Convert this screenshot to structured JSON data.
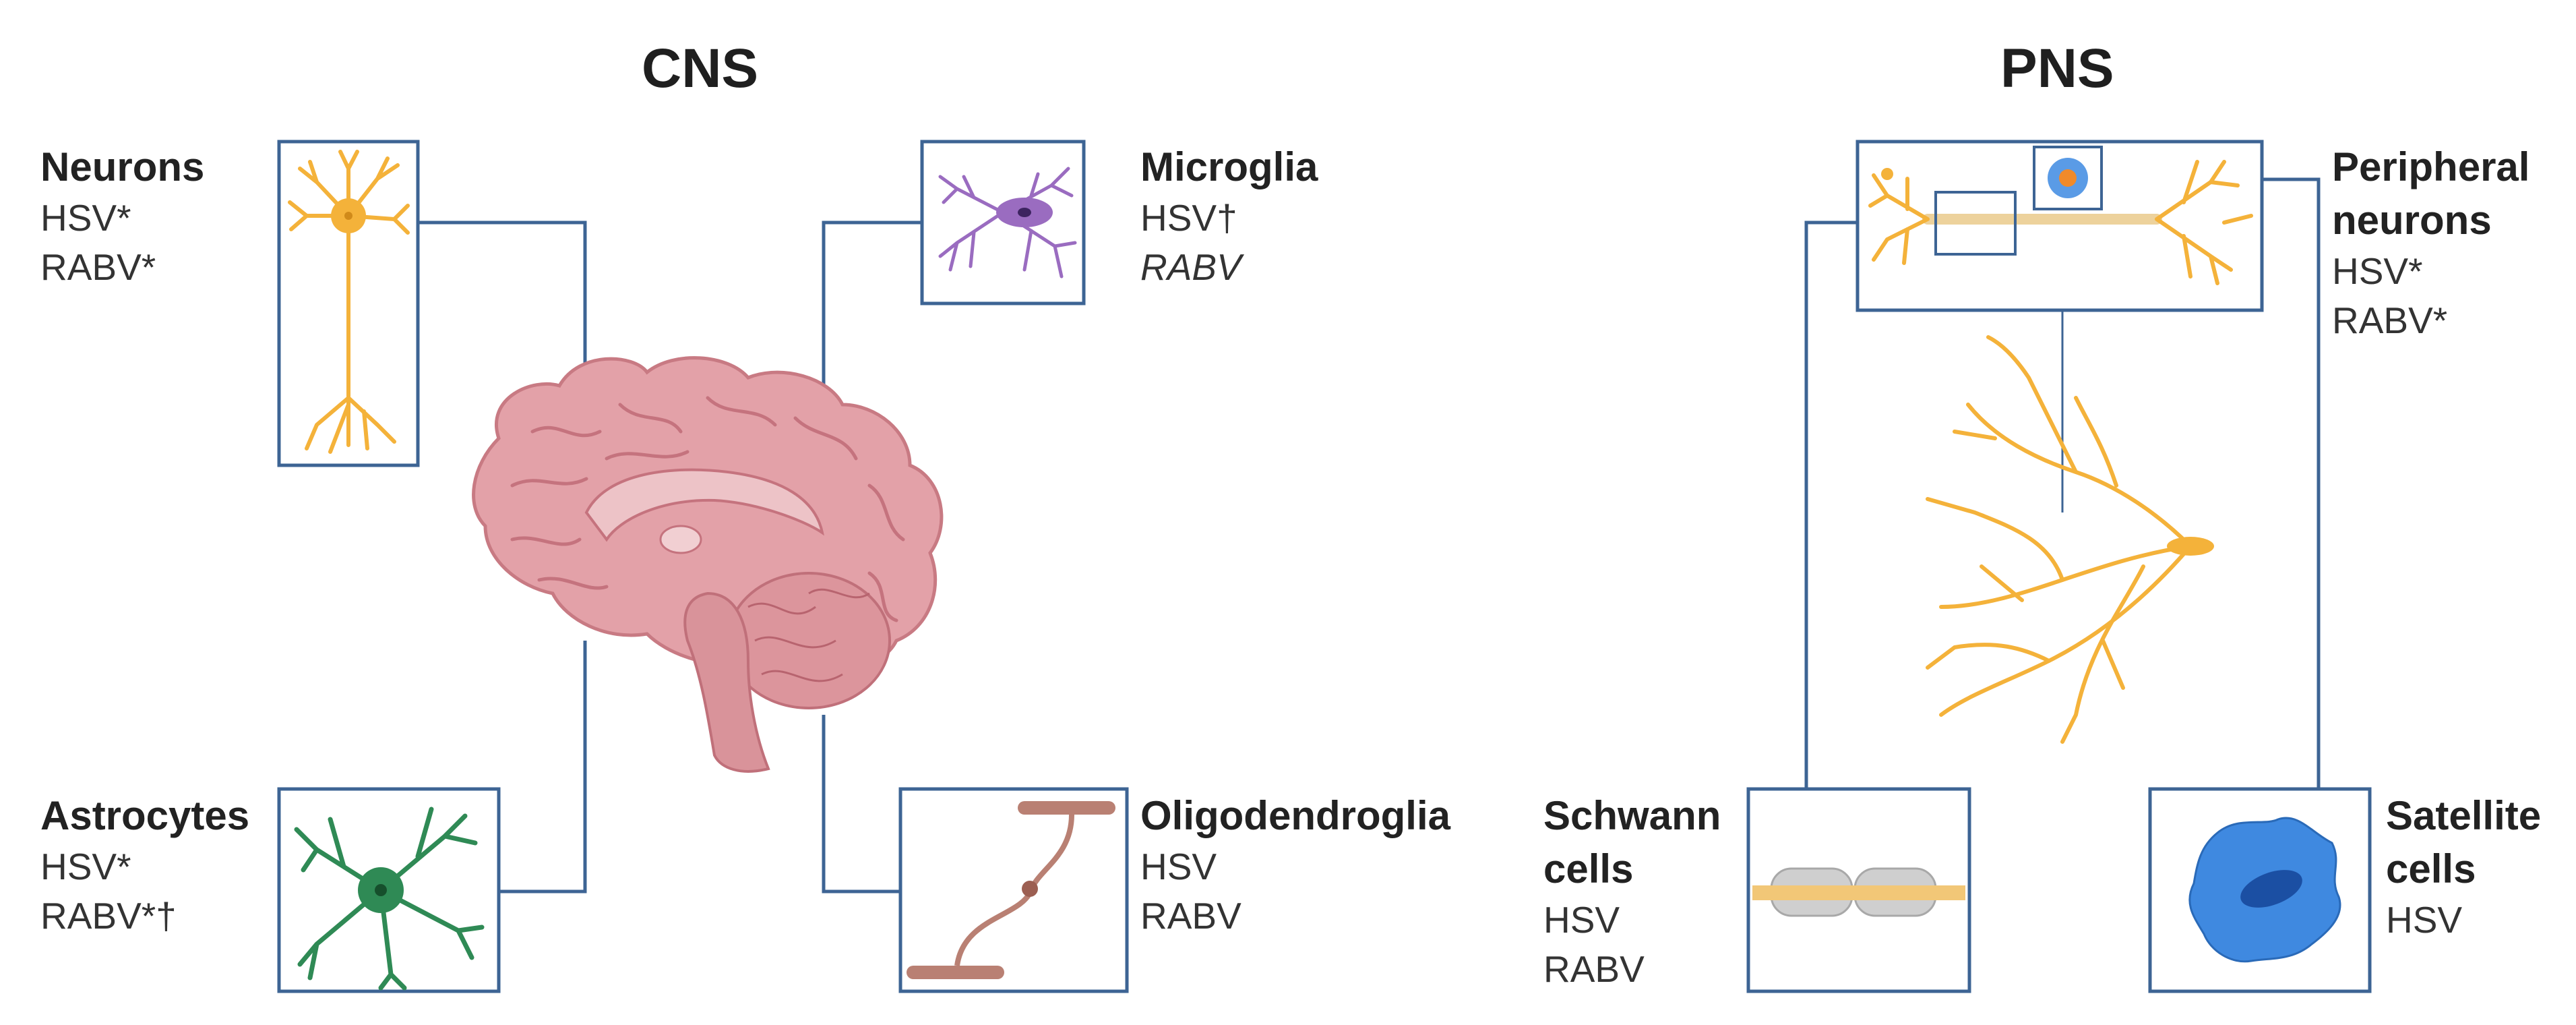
{
  "sections": {
    "cns": "CNS",
    "pns": "PNS"
  },
  "cells": {
    "neurons": {
      "title": "Neurons",
      "v1": "HSV*",
      "v2": "RABV*"
    },
    "microglia": {
      "title": "Microglia",
      "v1": "HSV†",
      "v2": "RABV"
    },
    "astrocytes": {
      "title": "Astrocytes",
      "v1": "HSV*",
      "v2": "RABV*†"
    },
    "oligodendroglia": {
      "title": "Oligodendroglia",
      "v1": "HSV",
      "v2": "RABV"
    },
    "peripheral_neurons": {
      "title1": "Peripheral",
      "title2": "neurons",
      "v1": "HSV*",
      "v2": "RABV*"
    },
    "schwann": {
      "title1": "Schwann",
      "title2": "cells",
      "v1": "HSV",
      "v2": "RABV"
    },
    "satellite": {
      "title1": "Satellite",
      "title2": "cells",
      "v1": "HSV"
    }
  },
  "colors": {
    "box": "#3d6494",
    "brain": "#e0a0a6",
    "neuron": "#f4b23a",
    "microglia": "#9a6cc0",
    "astrocyte": "#2f8a55",
    "oligo": "#b98073",
    "satellite": "#3f89e0"
  }
}
